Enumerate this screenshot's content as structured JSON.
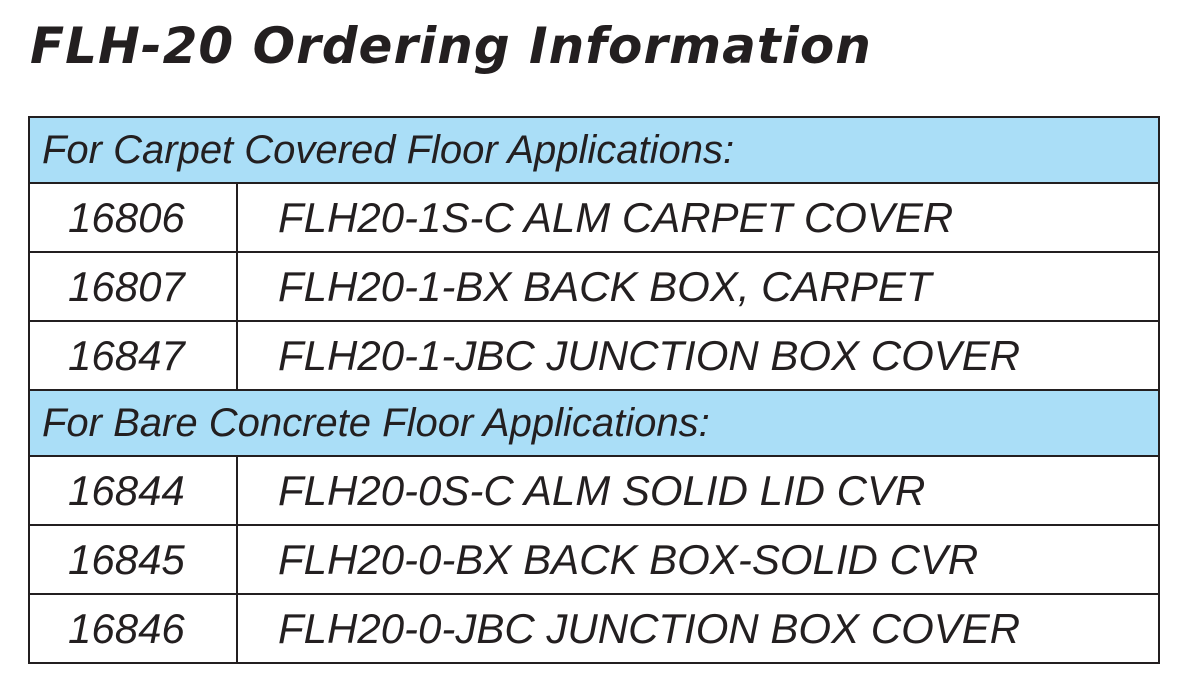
{
  "title": "FLH-20 Ordering Information",
  "sections": [
    {
      "header": "For Carpet Covered Floor Applications:",
      "rows": [
        {
          "part": "16806",
          "description": "FLH20-1S-C ALM CARPET COVER"
        },
        {
          "part": "16807",
          "description": "FLH20-1-BX BACK BOX, CARPET"
        },
        {
          "part": "16847",
          "description": "FLH20-1-JBC JUNCTION BOX COVER"
        }
      ]
    },
    {
      "header": "For Bare Concrete Floor Applications:",
      "rows": [
        {
          "part": "16844",
          "description": "FLH20-0S-C ALM SOLID LID CVR"
        },
        {
          "part": "16845",
          "description": "FLH20-0-BX BACK BOX-SOLID CVR"
        },
        {
          "part": "16846",
          "description": "FLH20-0-JBC JUNCTION BOX COVER"
        }
      ]
    }
  ],
  "colors": {
    "header_fill": "#aadef7",
    "text": "#231f20",
    "border": "#231f20"
  }
}
